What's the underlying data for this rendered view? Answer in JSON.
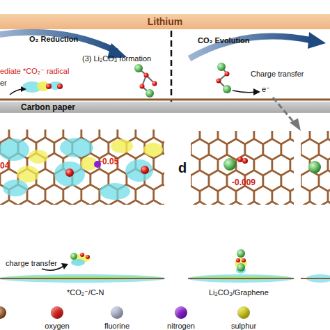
{
  "diagram": {
    "nodes": [
      {
        "text": [
          "Lithium"
        ]
      },
      {
        "text": [
          "Carbon paper"
        ]
      }
    ],
    "labels": [
      "O₂ Reduction",
      "(3) Li₂CO₃ formation",
      "ediate *CO₂⁻ radical",
      "er",
      "CO₂ Evolution",
      "Charge transfer",
      "e⁻",
      "04",
      "-0.05",
      "charge transfer",
      "*CO₂⁻/C-N",
      "d",
      "-0.009",
      "Li₂CO₃/Graphene"
    ],
    "legend": [
      {
        "text": "oxygen",
        "color": "#e3221c"
      },
      {
        "text": "fluorine",
        "color": "#b4bcd4"
      },
      {
        "text": "nitrogen",
        "color": "#8b1fd8"
      },
      {
        "text": "sulphur",
        "color": "#d9d21f"
      }
    ]
  }
}
